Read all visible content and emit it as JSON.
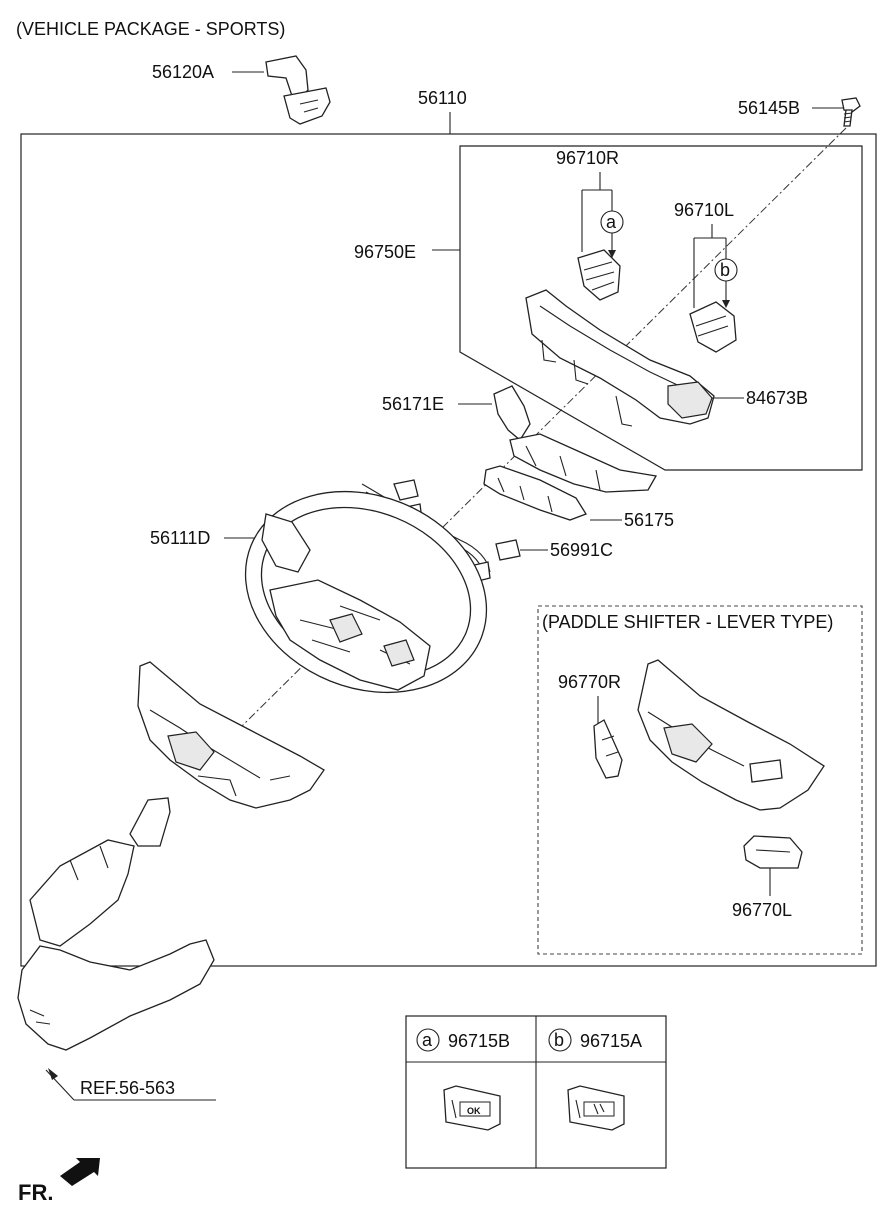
{
  "labels": {
    "vehicle_package": "(VEHICLE PACKAGE - SPORTS)",
    "p56120A": "56120A",
    "p56110": "56110",
    "p56145B": "56145B",
    "p96710R": "96710R",
    "p96710L": "96710L",
    "p96750E": "96750E",
    "p84673B": "84673B",
    "p56171E": "56171E",
    "p56175": "56175",
    "p56111D": "56111D",
    "p56991C": "56991C",
    "paddle_shifter": "(PADDLE SHIFTER - LEVER TYPE)",
    "p96770R": "96770R",
    "p96770L": "96770L",
    "ref": "REF.56-563",
    "fr": "FR."
  },
  "callouts": {
    "a": "a",
    "b": "b"
  },
  "legend": {
    "a_letter": "a",
    "a_part": "96715B",
    "b_letter": "b",
    "b_part": "96715A",
    "a_switch_text": "OK"
  }
}
